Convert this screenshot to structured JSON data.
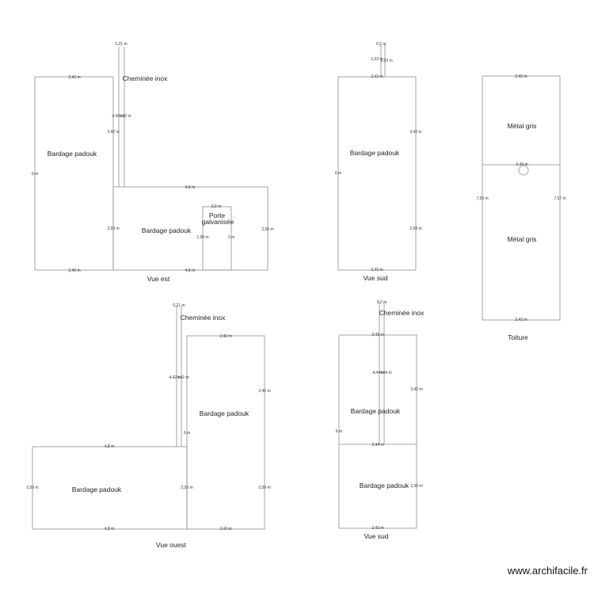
{
  "watermark": "www.archifacile.fr",
  "vue_est": {
    "title": "Vue est",
    "wall_label": "Bardage padouk",
    "annex_label": "Bardage padouk",
    "chimney_label": "Cheminée inox",
    "door_label_1": "Porte",
    "door_label_2": "galvanisée",
    "dims": {
      "chimney_top": "0,21 m",
      "wall_top": "2,43 m",
      "wall_bottom": "2,43 m",
      "wall_left": "6 m",
      "wall_right": "3,42 m",
      "chimney_mid": "4,42 m",
      "chimney_mid2": "4,42 m",
      "annex_top": "4,8 m",
      "annex_bottom": "4,8 m",
      "annex_left": "2,59 m",
      "annex_right": "2,59 m",
      "door_top": "0,9 m",
      "door_left": "1,98 m",
      "door_right": "2 m"
    }
  },
  "vue_sud_1": {
    "title": "Vue sud",
    "wall_label": "Bardage padouk",
    "dims": {
      "chimney_top": "0,2 m",
      "chimney_side": "1,03 m",
      "chimney_side2": "1,03 m",
      "wall_top": "2,43 m",
      "wall_bottom": "2,43 m",
      "wall_left": "6 m",
      "wall_right_top": "3,42 m",
      "wall_right_bottom": "2,59 m"
    }
  },
  "toiture": {
    "title": "Toiture",
    "top_label": "Métal gris",
    "bottom_label": "Métal gris",
    "dims": {
      "top": "2,43 m",
      "middle": "2,44 m",
      "bottom": "2,43 m",
      "left": "7,59 m",
      "right": "7,57 m"
    }
  },
  "vue_ouest": {
    "title": "Vue ouest",
    "wall_label": "Bardage padouk",
    "annex_label": "Bardage padouk",
    "chimney_label": "Cheminée inox",
    "dims": {
      "chimney_top": "0,21 m",
      "chimney_mid": "4,42 m",
      "chimney_mid2": "4,42 m",
      "wall_top": "2,43 m",
      "wall_right": "3,42 m",
      "wall_left": "6 m",
      "wall_bottom": "2,43 m",
      "wall_right_bottom": "2,59 m",
      "annex_top": "4,8 m",
      "annex_bottom": "4,8 m",
      "annex_left": "2,59 m",
      "annex_right": "2,59 m"
    }
  },
  "vue_sud_2": {
    "title": "Vue sud",
    "top_label": "Bardage padouk",
    "bottom_label": "Bardage padouk",
    "chimney_label": "Cheminée inox",
    "dims": {
      "chimney_top": "0,2 m",
      "chimney_mid": "4,44 m",
      "chimney_mid2": "4,44 m",
      "wall_top": "2,43 m",
      "middle": "2,44 m",
      "wall_bottom": "2,43 m",
      "wall_left": "6 m",
      "right_top": "3,42 m",
      "right_bottom": "2,59 m"
    }
  }
}
